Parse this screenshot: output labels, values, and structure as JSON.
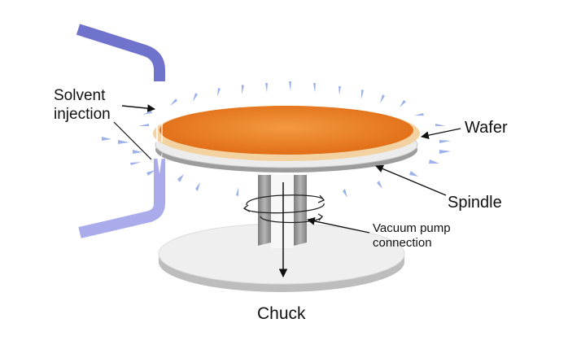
{
  "labels": {
    "solvent_line1": "Solvent",
    "solvent_line2": "injection",
    "wafer": "Wafer",
    "spindle": "Spindle",
    "vacuum_line1": "Vacuum pump",
    "vacuum_line2": "connection",
    "chuck": "Chuck"
  },
  "colors": {
    "wafer_surface": "#e6781f",
    "wafer_rim": "#f5d7a8",
    "solvent_tube": "#6f73cc",
    "spray_droplets": "#9fb3ea",
    "chuck_plate": "#eeeeee",
    "spindle": "#9e9e9e"
  }
}
